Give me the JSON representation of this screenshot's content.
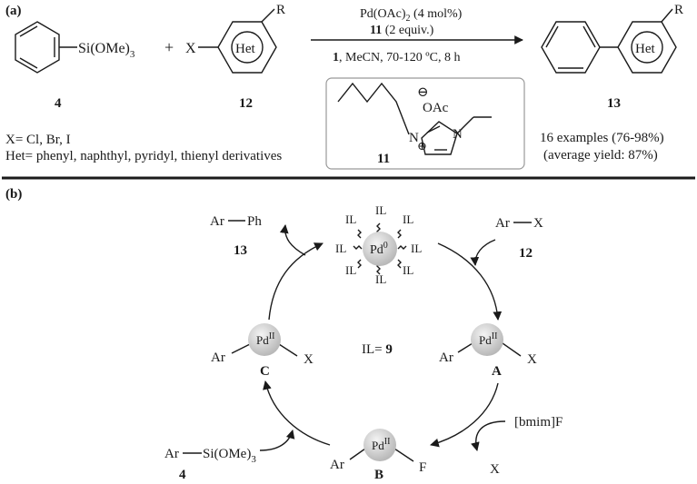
{
  "panel_a": {
    "label": "(a)",
    "reactant1": {
      "sub": "Si(OMe)",
      "sub_idx": "3",
      "number": "4"
    },
    "plus": "+",
    "reactant2": {
      "x": "X",
      "het": "Het",
      "r": "R",
      "number": "12"
    },
    "conditions": {
      "line1_main": "Pd(OAc)",
      "line1_idx": "2",
      "line1_tail": " (4 mol%)",
      "line2_num": "11",
      "line2_tail": " (2 equiv.)",
      "line3_num": "1",
      "line3_tail": ", MeCN, 70-120 ºC, 8 h"
    },
    "product": {
      "het": "Het",
      "r": "R",
      "number": "13"
    },
    "notes": {
      "x_def": "X= Cl, Br, I",
      "het_def": "Het= phenyl, naphthyl, pyridyl, thienyl derivatives"
    },
    "ionic_liquid": {
      "anion_charge": "⊖",
      "anion": "OAc",
      "n1": "N",
      "n3": "N",
      "cation_charge": "⊕",
      "number": "11"
    },
    "yields": {
      "line1": "16 examples (76-98%)",
      "line2": "(average yield: 87%)"
    }
  },
  "panel_b": {
    "label": "(b)",
    "pd0": {
      "label": "Pd",
      "sup": "0",
      "ligand": "IL"
    },
    "il_def": {
      "text": "IL= ",
      "num": "9"
    },
    "product": {
      "a": "Ar",
      "b": "Ph",
      "number": "13"
    },
    "arx": {
      "a": "Ar",
      "b": "X",
      "number": "12"
    },
    "intermediate_A": {
      "pd": "Pd",
      "ox": "II",
      "left": "Ar",
      "right": "X",
      "label": "A"
    },
    "intermediate_B": {
      "pd": "Pd",
      "ox": "II",
      "left": "Ar",
      "right": "F",
      "label": "B"
    },
    "intermediate_C": {
      "pd": "Pd",
      "ox": "II",
      "left": "Ar",
      "right": "X",
      "label": "C"
    },
    "fluoride": {
      "reagent": "[bmim]F",
      "leaving": "X"
    },
    "silane": {
      "a": "Ar",
      "b": "Si(OMe)",
      "idx": "3",
      "number": "4"
    }
  }
}
